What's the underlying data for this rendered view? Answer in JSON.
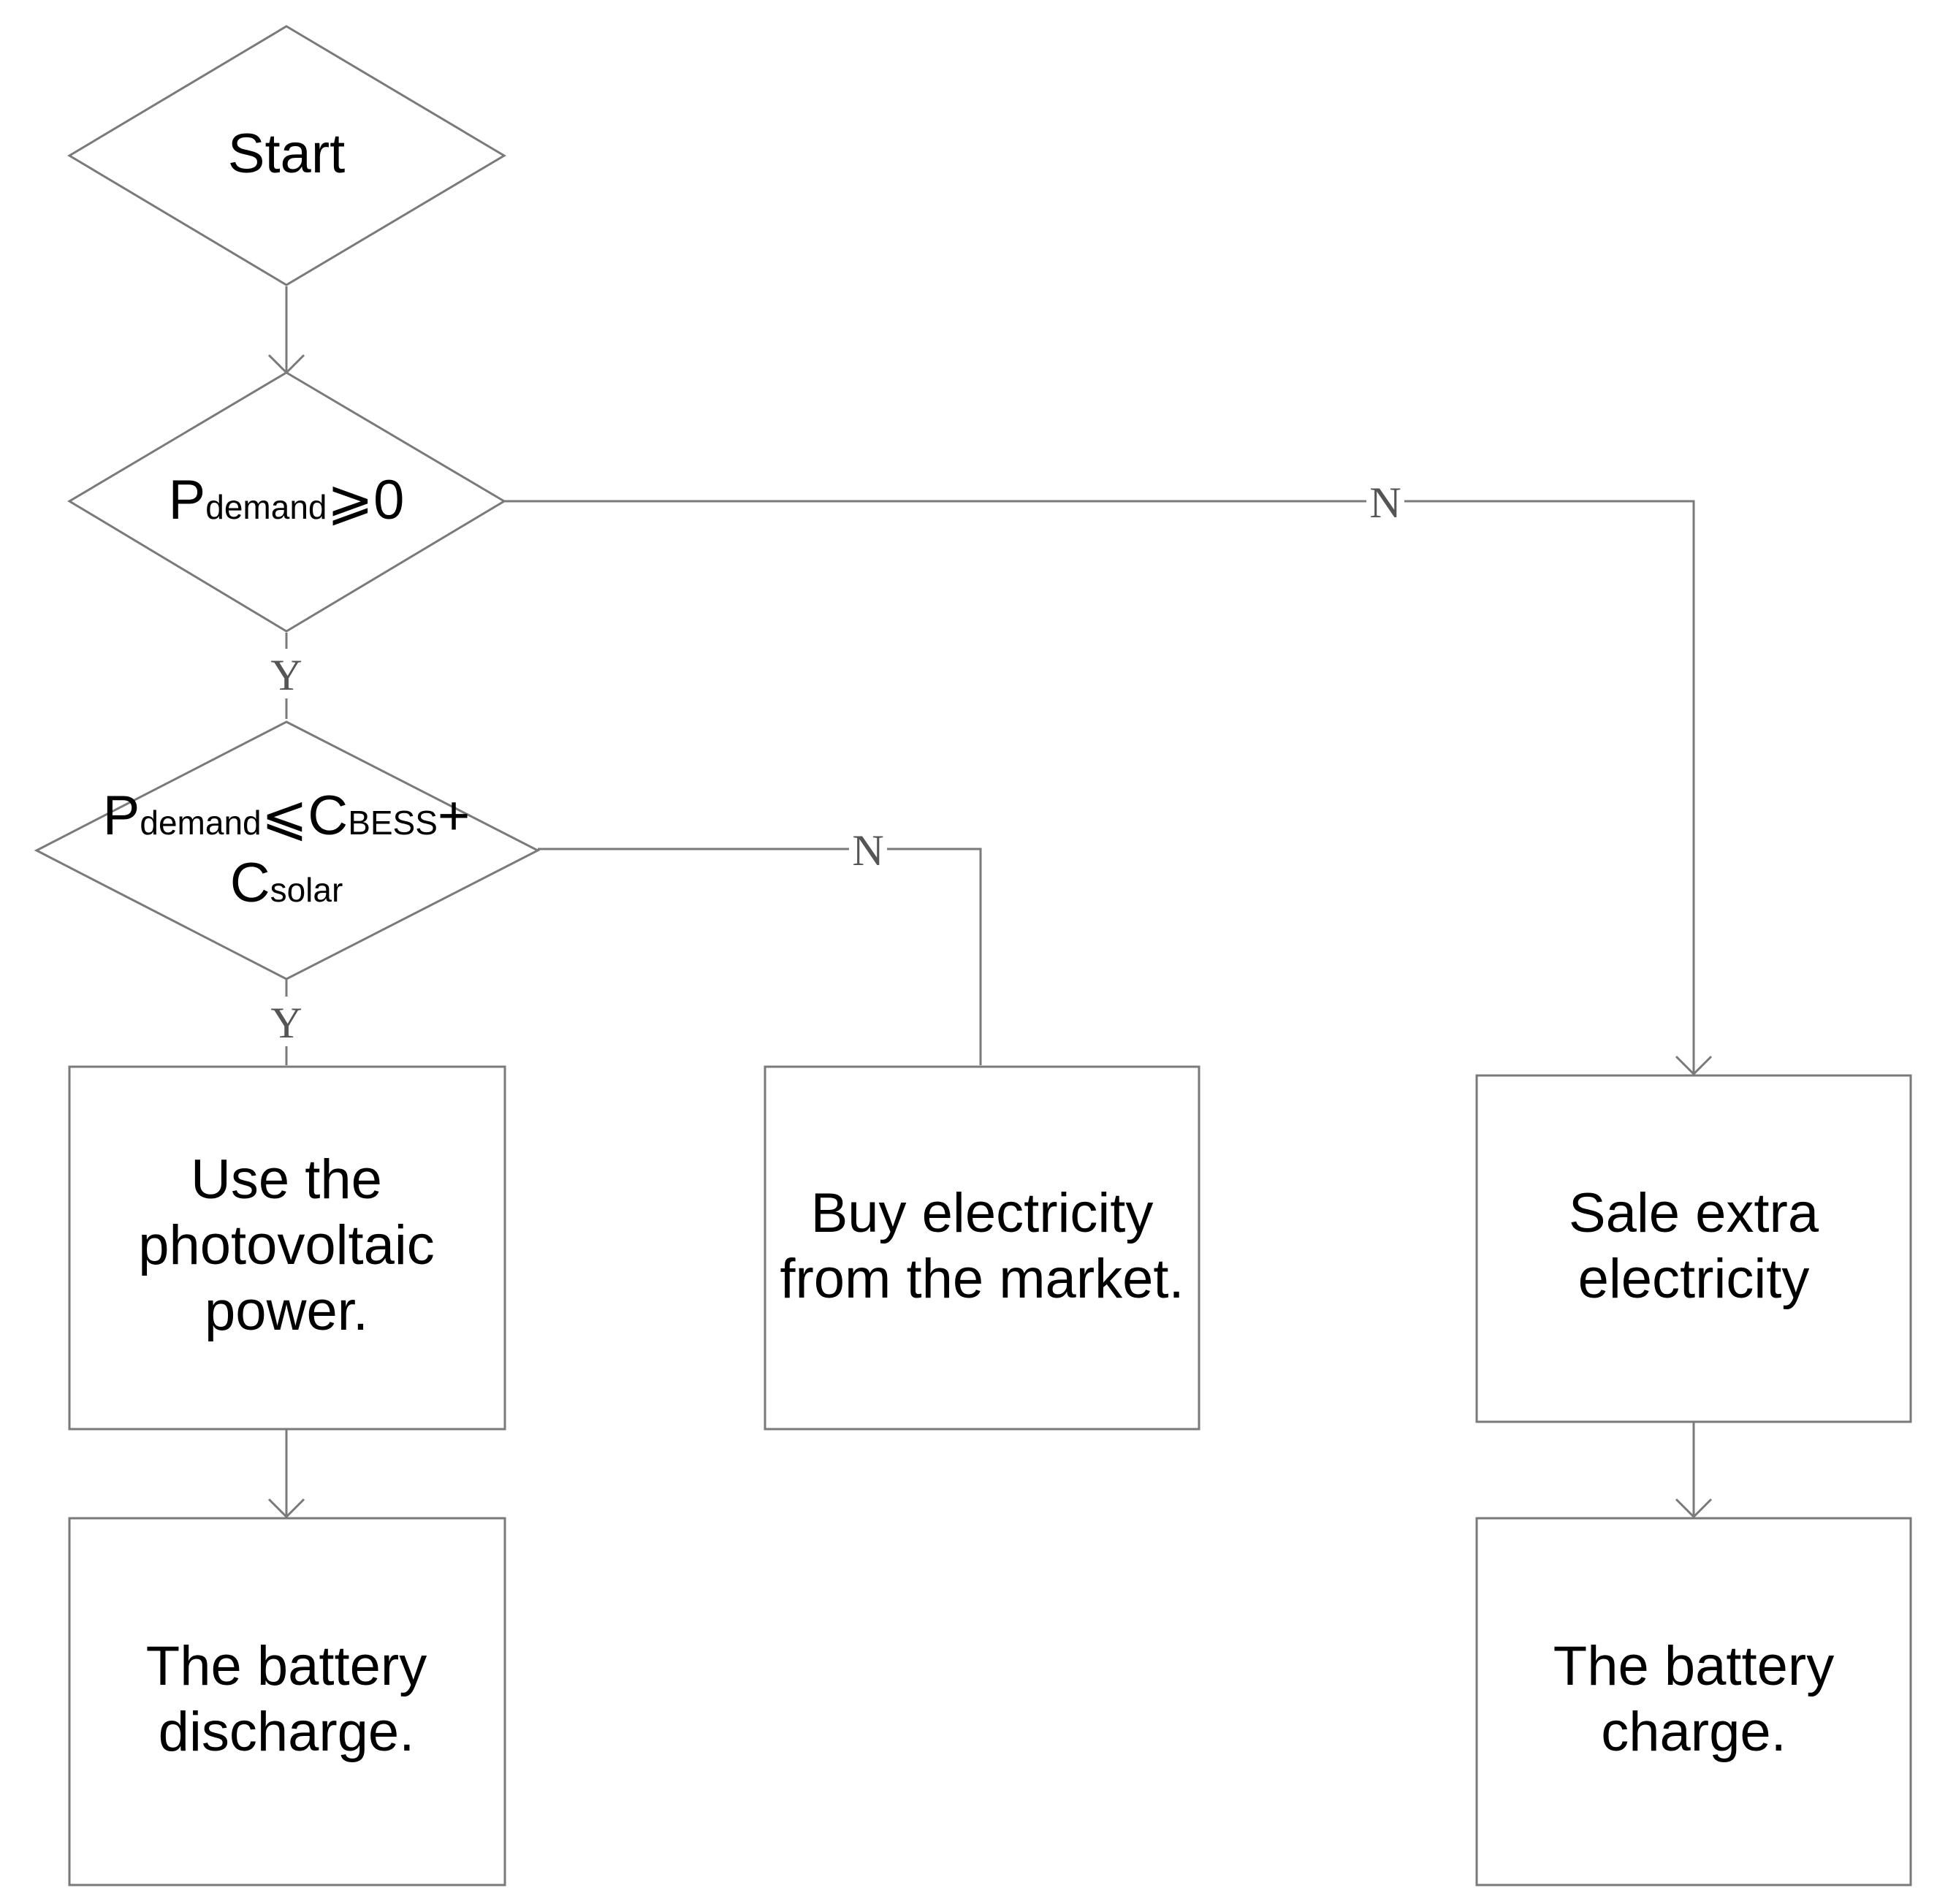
{
  "nodes": {
    "start": {
      "lines": [
        "Start"
      ]
    },
    "demand_check": {
      "main": "P",
      "sub": "demand",
      "rest": "⩾0"
    },
    "capacity_check": {
      "line1": {
        "p": "P",
        "p_sub": "demand",
        "op": "⩽C",
        "c_sub": "BESS",
        "plus": "+"
      },
      "line2": {
        "c": "C",
        "c_sub": "solar"
      }
    },
    "use_pv": {
      "lines": [
        "Use the",
        "photovoltaic",
        "power."
      ]
    },
    "buy_market": {
      "lines": [
        "Buy electricity",
        "from the market."
      ]
    },
    "sale_extra": {
      "lines": [
        "Sale extra",
        "electricity"
      ]
    },
    "battery_discharge": {
      "lines": [
        "The battery",
        "discharge."
      ]
    },
    "battery_charge": {
      "lines": [
        "The battery",
        "charge."
      ]
    }
  },
  "branch_labels": {
    "demand_yes": "Y",
    "demand_no": "N",
    "capacity_yes": "Y",
    "capacity_no": "N"
  }
}
